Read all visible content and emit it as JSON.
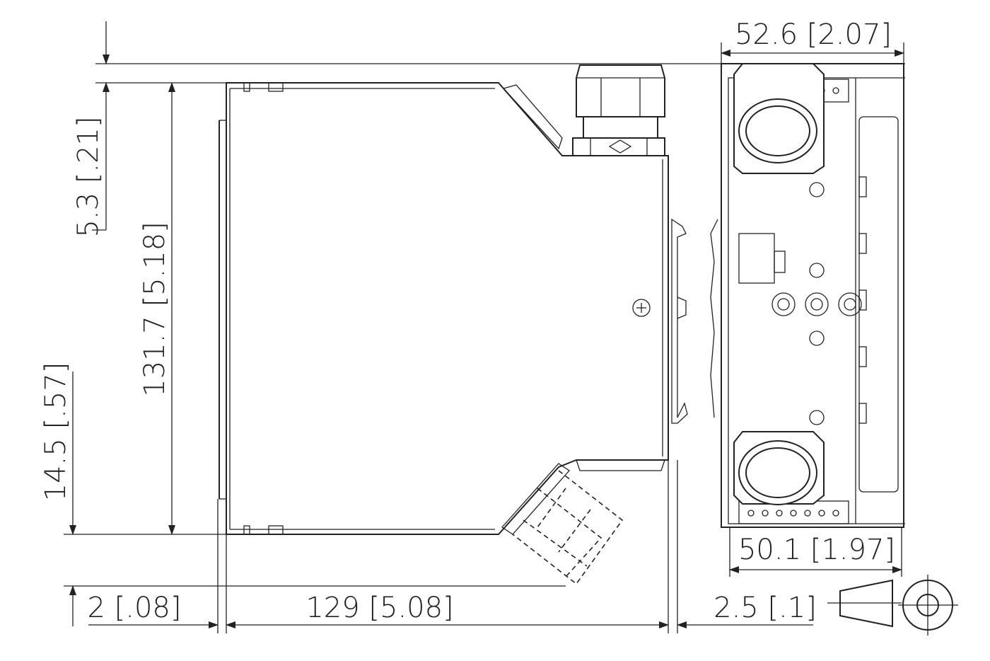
{
  "drawing": {
    "dimensions": {
      "top_offset": "5.3 [.21]",
      "height": "131.7 [5.18]",
      "bottom_offset": "14.5 [.57]",
      "left_offset": "2 [.08]",
      "length": "129 [5.08]",
      "right_offset": "2.5 [.1]",
      "outer_width": "52.6 [2.07]",
      "inner_width": "50.1 [1.97]"
    }
  }
}
